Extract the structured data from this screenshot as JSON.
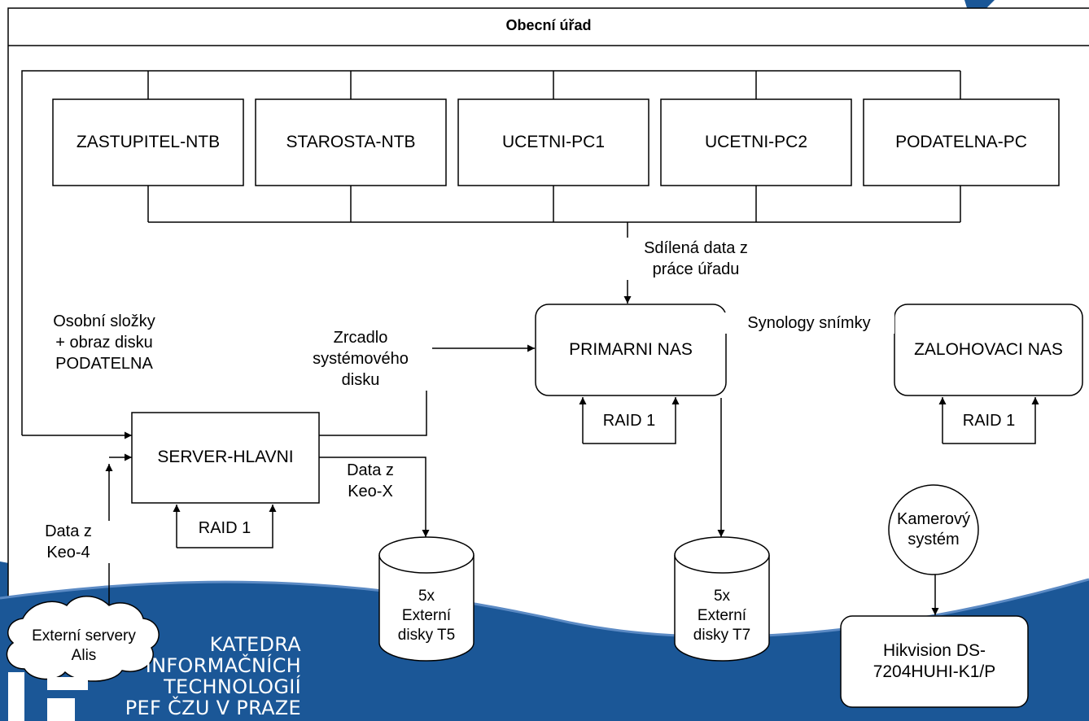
{
  "container_title": "Obecní úřad",
  "workstations": [
    "ZASTUPITEL-NTB",
    "STAROSTA-NTB",
    "UCETNI-PC1",
    "UCETNI-PC2",
    "PODATELNA-PC"
  ],
  "nodes": {
    "server": "SERVER-HLAVNI",
    "primary_nas": "PRIMARNI NAS",
    "backup_nas": "ZALOHOVACI NAS",
    "camera_system": "Kamerový\nsystém",
    "recorder": "Hikvision DS-\n7204HUHI-K1/P",
    "external_servers": "Externí servery\nAlis",
    "disks_t5": "5x\nExterní\ndisky T5",
    "disks_t7": "5x\nExterní\ndisky T7"
  },
  "raid_labels": {
    "server": "RAID 1",
    "primary_nas": "RAID 1",
    "backup_nas": "RAID 1"
  },
  "edge_labels": {
    "shared_data": "Sdílená data z\npráce úřadu",
    "personal_folders": "Osobní složky\n+ obraz disku\nPODATELNA",
    "mirror": "Zrcadlo\nsystémového\ndisku",
    "snapshots": "Synology snímky",
    "keo_x": "Data z\nKeo-X",
    "keo_4": "Data z\nKeo-4"
  },
  "logo": {
    "lines": [
      "KATEDRA",
      "INFORMAČNÍCH",
      "TECHNOLOGIÍ",
      "PEF ČZU V PRAZE"
    ]
  },
  "colors": {
    "brand_blue": "#1b5797",
    "stroke": "#000000"
  }
}
